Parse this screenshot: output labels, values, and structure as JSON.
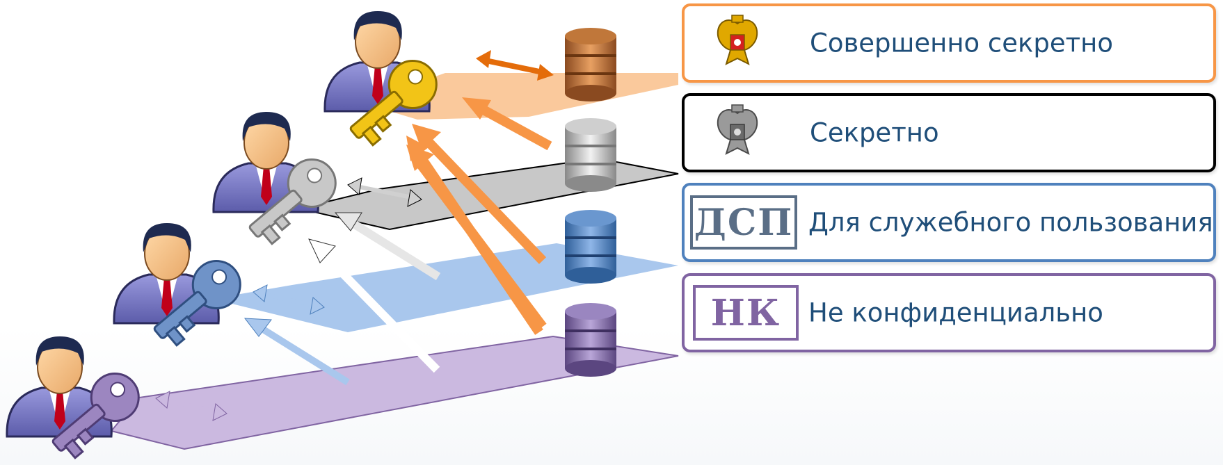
{
  "levels": [
    {
      "id": "top-secret",
      "label": "Совершенно секретно",
      "emblem": "coat-of-arms-color-icon",
      "color": "#f79646",
      "fill": "#fac99c"
    },
    {
      "id": "secret",
      "label": "Секретно",
      "emblem": "coat-of-arms-gray-icon",
      "color": "#000000",
      "fill": "#bfbfbf"
    },
    {
      "id": "dsp",
      "label": "Для служебного пользования",
      "badge": "ДСП",
      "color": "#4f81bd",
      "fill": "#a9c7ed"
    },
    {
      "id": "nk",
      "label": "Не конфиденциально",
      "badge": "НК",
      "color": "#8064a2",
      "fill": "#cbb9e0"
    }
  ]
}
